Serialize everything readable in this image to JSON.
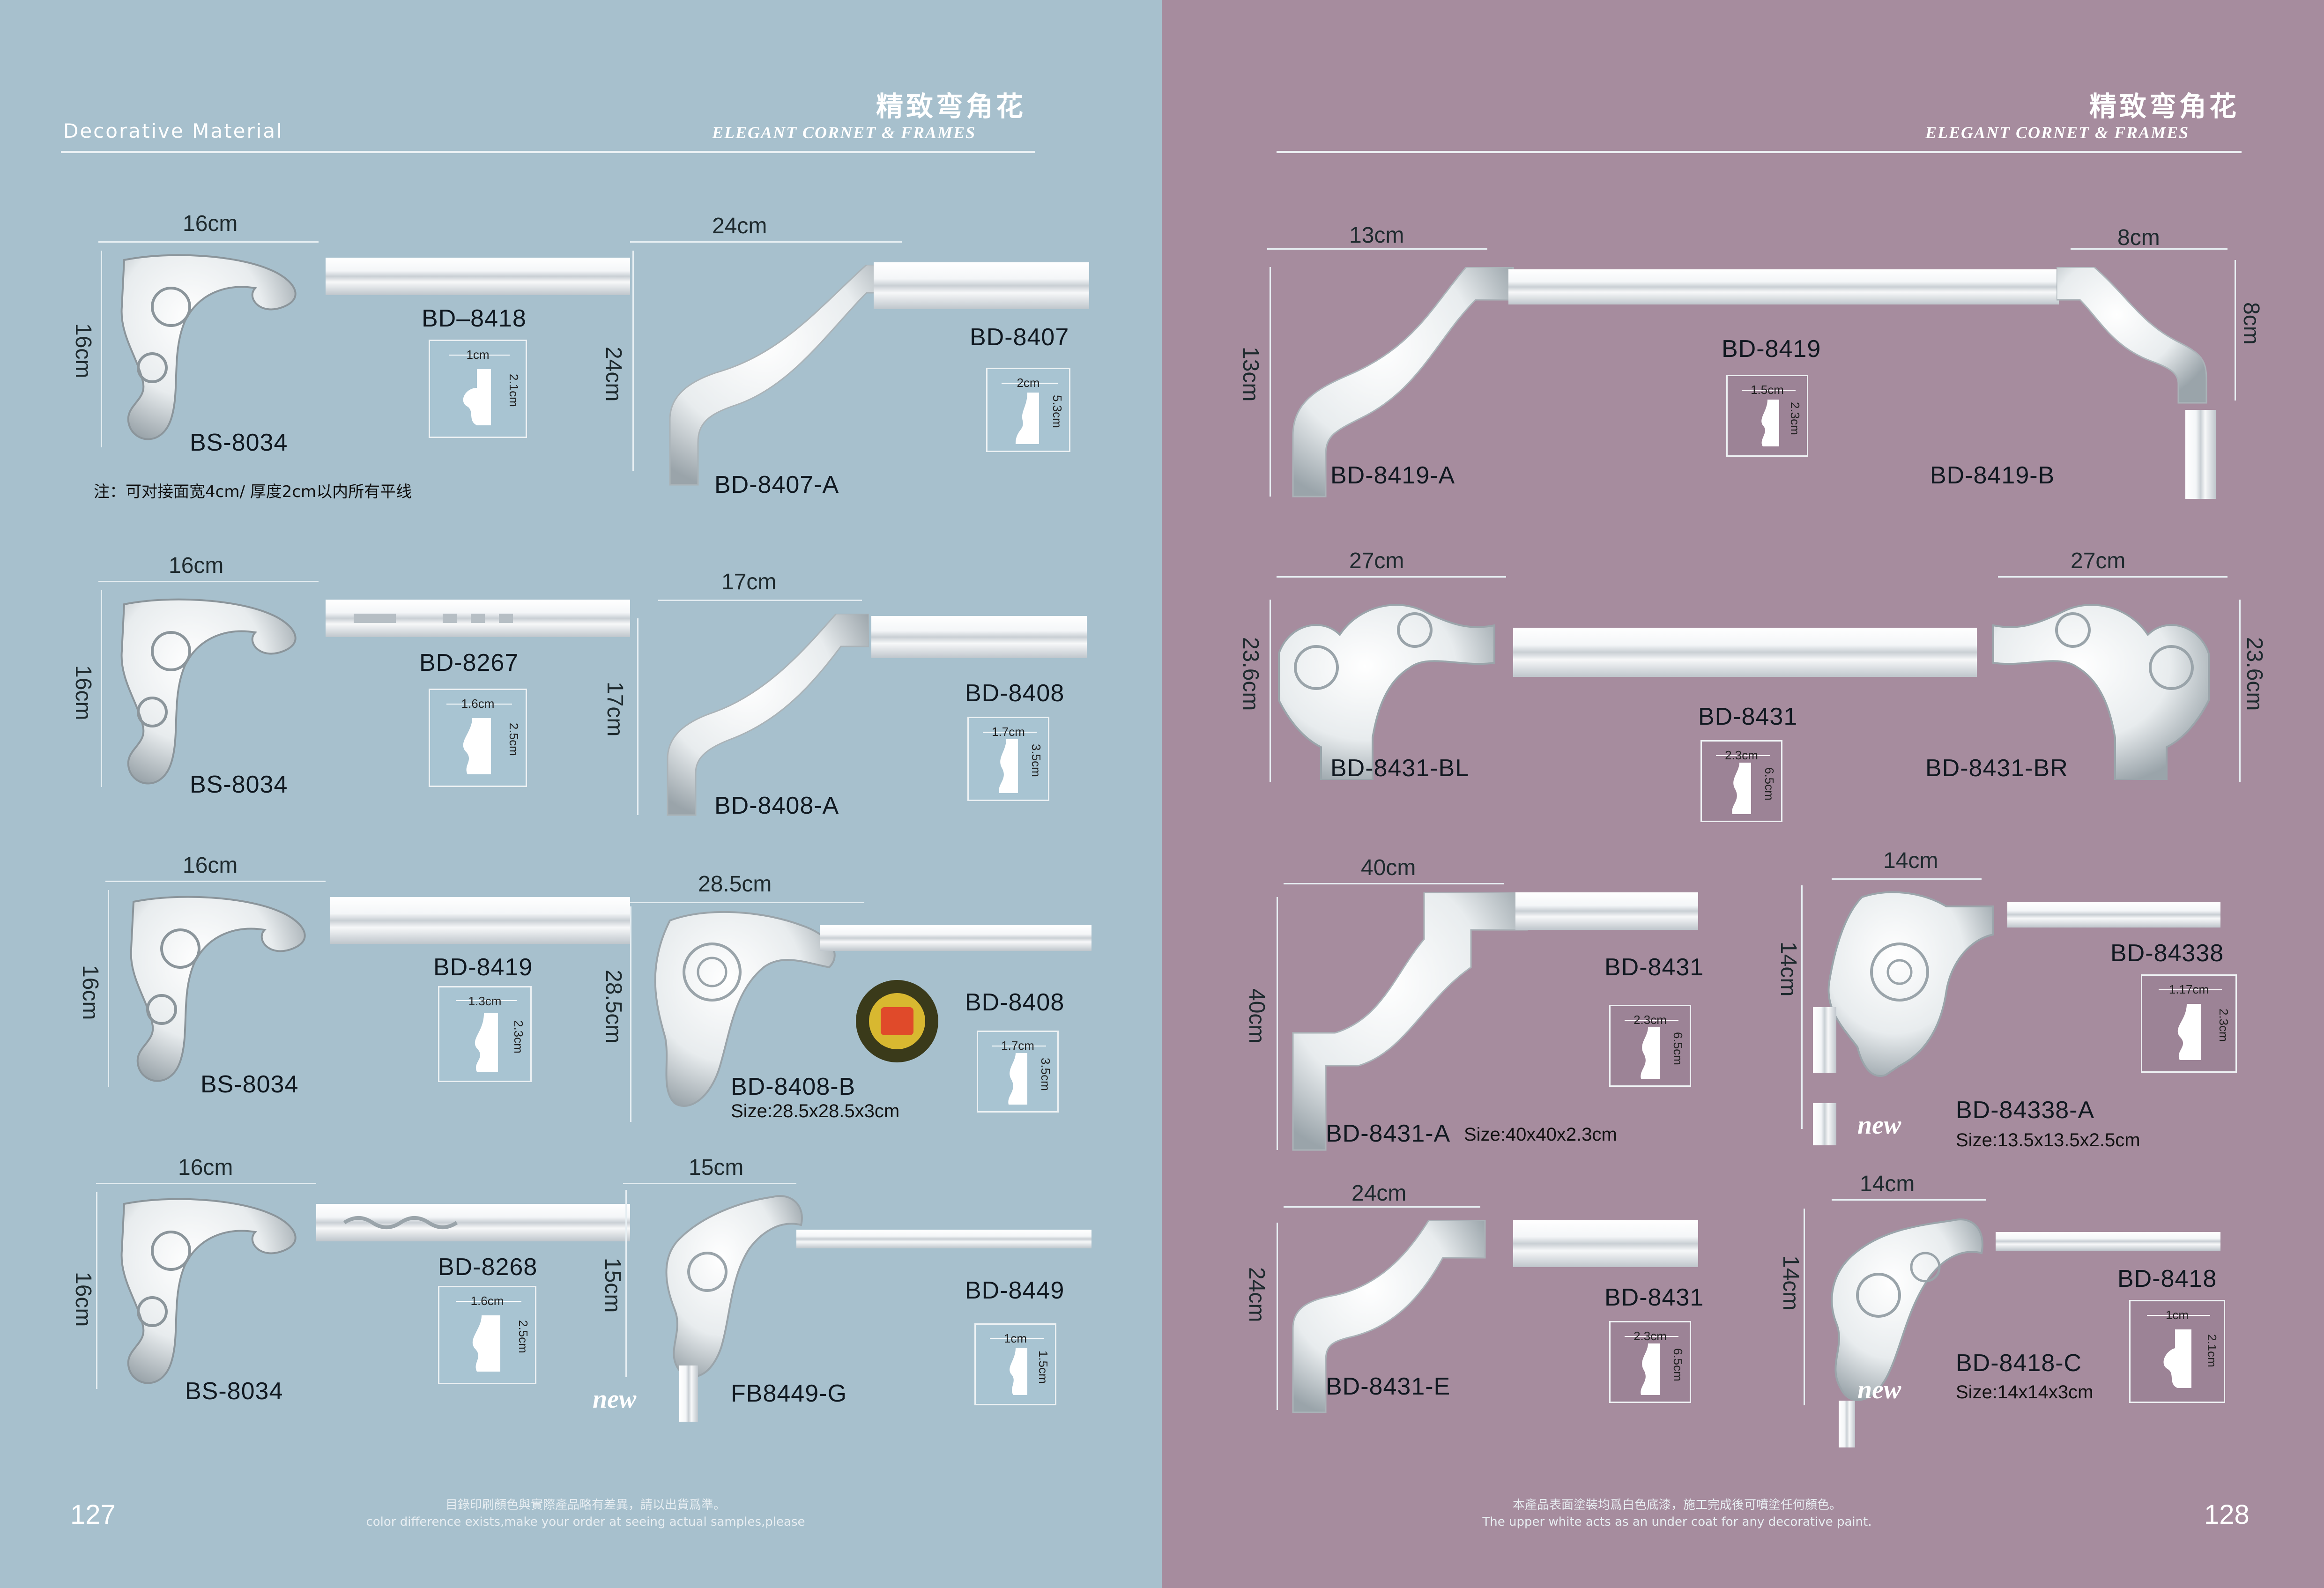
{
  "colors": {
    "left_bg": "#a7c0cd",
    "right_bg": "#a68c9e",
    "profile_bg": "#a8c4d2",
    "profile_bg_right": "#9c8396",
    "white": "#ffffff"
  },
  "left": {
    "brand": "Decorative Material",
    "cn_title": "精致弯角花",
    "en_title": "ELEGANT CORNET & FRAMES",
    "note": "注：可对接面宽4cm/ 厚度2cm以内所有平线",
    "page_number": "127",
    "footer_cn": "目錄印刷顏色與實際產品略有差異，請以出貨爲準。",
    "footer_en": "color difference exists,make your order at seeing actual samples,please",
    "products": [
      {
        "dim_w": "16cm",
        "dim_h": "16cm",
        "corner": "BS-8034",
        "line": "BD–8418",
        "pw": "1cm",
        "ph": "2.1cm"
      },
      {
        "dim_w": "24cm",
        "dim_h": "24cm",
        "corner": "BD-8407-A",
        "line": "BD-8407",
        "pw": "2cm",
        "ph": "5.3cm"
      },
      {
        "dim_w": "16cm",
        "dim_h": "16cm",
        "corner": "BS-8034",
        "line": "BD-8267",
        "pw": "1.6cm",
        "ph": "2.5cm"
      },
      {
        "dim_w": "17cm",
        "dim_h": "17cm",
        "corner": "BD-8408-A",
        "line": "BD-8408",
        "pw": "1.7cm",
        "ph": "3.5cm"
      },
      {
        "dim_w": "16cm",
        "dim_h": "16cm",
        "corner": "BS-8034",
        "line": "BD-8419",
        "pw": "1.3cm",
        "ph": "2.3cm"
      },
      {
        "dim_w": "28.5cm",
        "dim_h": "28.5cm",
        "corner": "BD-8408-B",
        "size": "Size:28.5x28.5x3cm",
        "line": "BD-8408",
        "pw": "1.7cm",
        "ph": "3.5cm"
      },
      {
        "dim_w": "16cm",
        "dim_h": "16cm",
        "corner": "BS-8034",
        "line": "BD-8268",
        "pw": "1.6cm",
        "ph": "2.5cm"
      },
      {
        "dim_w": "15cm",
        "dim_h": "15cm",
        "corner": "FB8449-G",
        "line": "BD-8449",
        "pw": "1cm",
        "ph": "1.5cm",
        "new": "new"
      }
    ]
  },
  "right": {
    "cn_title": "精致弯角花",
    "en_title": "ELEGANT CORNET & FRAMES",
    "page_number": "128",
    "footer_cn": "本產品表面塗裝均爲白色底漆，施工完成後可噴塗任何顏色。",
    "footer_en": "The upper white acts as an under coat for any decorative paint.",
    "products": [
      {
        "dim_w": "13cm",
        "dim_h": "13cm",
        "corner": "BD-8419-A",
        "line": "BD-8419",
        "pw": "1.5cm",
        "ph": "2.3cm",
        "dim_w2": "8cm",
        "dim_h2": "8cm",
        "corner2": "BD-8419-B"
      },
      {
        "dim_w": "27cm",
        "dim_h": "23.6cm",
        "corner": "BD-8431-BL",
        "line": "BD-8431",
        "pw": "2.3cm",
        "ph": "6.5cm",
        "dim_w2": "27cm",
        "dim_h2": "23.6cm",
        "corner2": "BD-8431-BR"
      },
      {
        "dim_w": "40cm",
        "dim_h": "40cm",
        "corner": "BD-8431-A",
        "size": "Size:40x40x2.3cm",
        "line": "BD-8431",
        "pw": "2.3cm",
        "ph": "6.5cm"
      },
      {
        "dim_w": "14cm",
        "dim_h": "14cm",
        "corner": "BD-84338-A",
        "size": "Size:13.5x13.5x2.5cm",
        "line": "BD-84338",
        "pw": "1.17cm",
        "ph": "2.3cm",
        "new": "new"
      },
      {
        "dim_w": "24cm",
        "dim_h": "24cm",
        "corner": "BD-8431-E",
        "line": "BD-8431",
        "pw": "2.3cm",
        "ph": "6.5cm"
      },
      {
        "dim_w": "14cm",
        "dim_h": "14cm",
        "corner": "BD-8418-C",
        "size": "Size:14x14x3cm",
        "line": "BD-8418",
        "pw": "1cm",
        "ph": "2.1cm",
        "new": "new"
      }
    ]
  }
}
